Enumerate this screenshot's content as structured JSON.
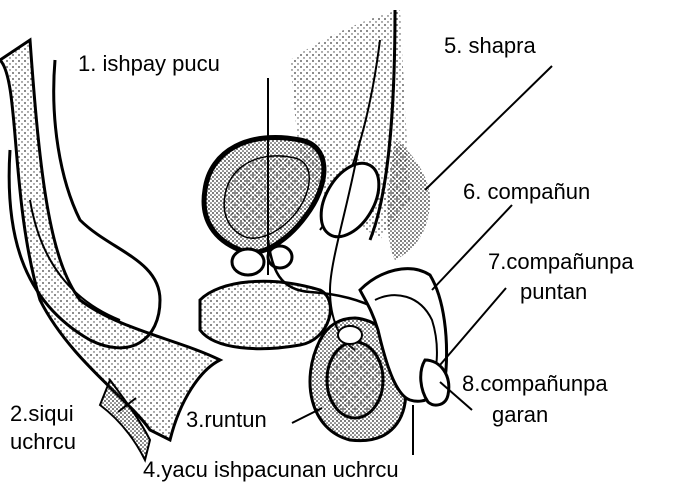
{
  "diagram": {
    "labels": [
      {
        "id": "l1",
        "text": "1. ishpay pucu"
      },
      {
        "id": "l2a",
        "text": "2.siqui"
      },
      {
        "id": "l2b",
        "text": "uchrcu"
      },
      {
        "id": "l3",
        "text": "3.runtun"
      },
      {
        "id": "l4",
        "text": "4.yacu ishpacunan uchrcu"
      },
      {
        "id": "l5",
        "text": "5. shapra"
      },
      {
        "id": "l6",
        "text": "6. compañun"
      },
      {
        "id": "l7a",
        "text": "7.compañunpa"
      },
      {
        "id": "l7b",
        "text": "puntan"
      },
      {
        "id": "l8a",
        "text": "8.compañunpa"
      },
      {
        "id": "l8b",
        "text": "garan"
      }
    ],
    "colors": {
      "ink": "#000000",
      "paper": "#ffffff",
      "stipple": "#3a3a3a"
    }
  }
}
